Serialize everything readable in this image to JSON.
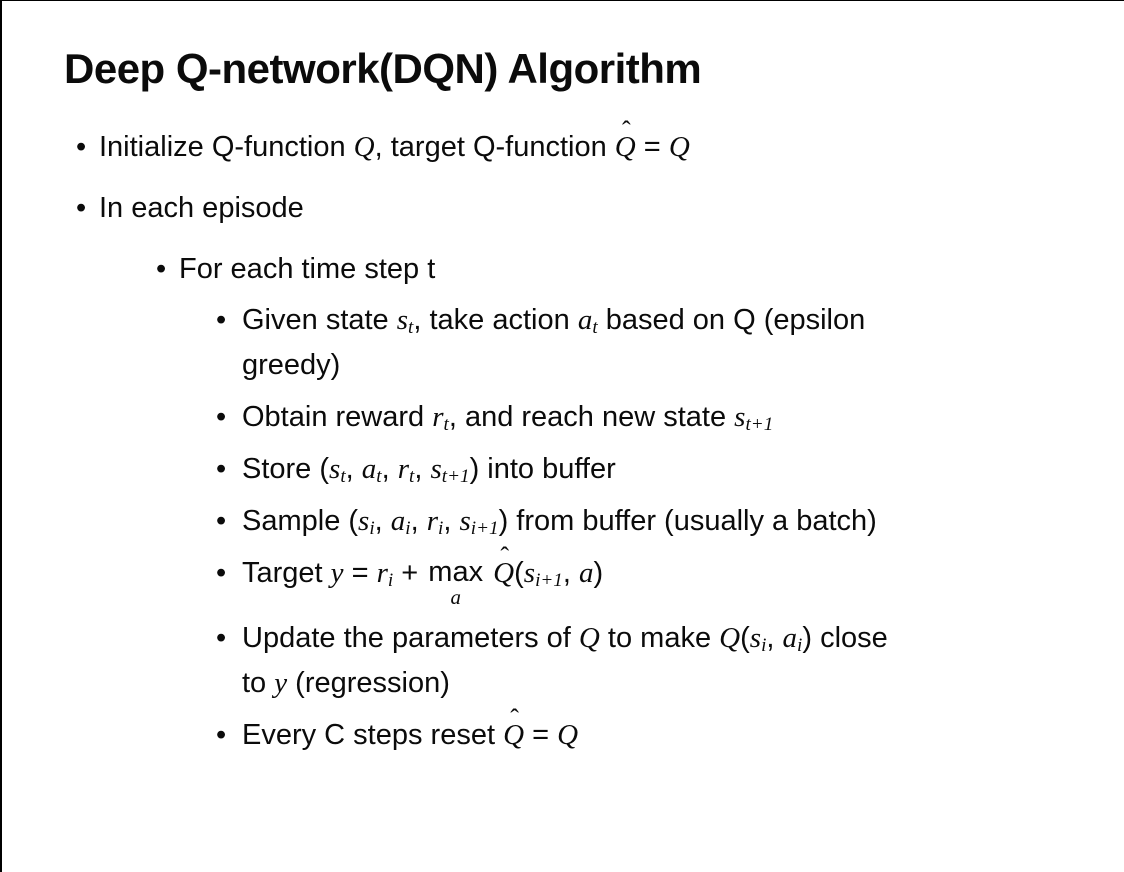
{
  "page": {
    "background": "#ffffff",
    "border_color": "#000000",
    "text_color": "#0b0b0b"
  },
  "slide": {
    "title": "Deep Q-network(DQN) Algorithm",
    "bullet_char": "•",
    "hat_char": "ˆ",
    "bullets": [
      {
        "level": 1,
        "segments": [
          {
            "t": "Initialize Q-function "
          },
          {
            "i": "Q"
          },
          {
            "t": ", target Q-function "
          },
          {
            "hat": "Q"
          },
          {
            "t": " = "
          },
          {
            "i": "Q"
          }
        ]
      },
      {
        "level": 1,
        "segments": [
          {
            "t": "In each episode"
          }
        ]
      },
      {
        "level": 2,
        "segments": [
          {
            "t": "For each time step t"
          }
        ]
      },
      {
        "level": 3,
        "segments": [
          {
            "t": "Given state "
          },
          {
            "i": "s"
          },
          {
            "sub": "t"
          },
          {
            "t": ", take action "
          },
          {
            "i": "a"
          },
          {
            "sub": "t"
          },
          {
            "t": " based on Q (epsilon"
          },
          {
            "br": true
          },
          {
            "t": "greedy)"
          }
        ]
      },
      {
        "level": 3,
        "segments": [
          {
            "t": "Obtain reward "
          },
          {
            "i": "r"
          },
          {
            "sub": "t"
          },
          {
            "t": ", and reach new state "
          },
          {
            "i": "s"
          },
          {
            "sub": "t+1"
          }
        ]
      },
      {
        "level": 3,
        "segments": [
          {
            "t": "Store ("
          },
          {
            "i": "s"
          },
          {
            "sub": "t"
          },
          {
            "t": ", "
          },
          {
            "i": "a"
          },
          {
            "sub": "t"
          },
          {
            "t": ", "
          },
          {
            "i": "r"
          },
          {
            "sub": "t"
          },
          {
            "t": ", "
          },
          {
            "i": "s"
          },
          {
            "sub": "t+1"
          },
          {
            "t": ") into buffer"
          }
        ]
      },
      {
        "level": 3,
        "segments": [
          {
            "t": "Sample ("
          },
          {
            "i": "s"
          },
          {
            "sub": "i"
          },
          {
            "t": ", "
          },
          {
            "i": "a"
          },
          {
            "sub": "i"
          },
          {
            "t": ", "
          },
          {
            "i": "r"
          },
          {
            "sub": "i"
          },
          {
            "t": ", "
          },
          {
            "i": "s"
          },
          {
            "sub": "i+1"
          },
          {
            "t": ") from buffer (usually a batch)"
          }
        ]
      },
      {
        "level": 3,
        "segments": [
          {
            "t": "Target "
          },
          {
            "i": "y"
          },
          {
            "t": " = "
          },
          {
            "i": "r"
          },
          {
            "sub": "i"
          },
          {
            "t": " + "
          },
          {
            "munder": {
              "base": "max",
              "under": "a"
            }
          },
          {
            "t": " "
          },
          {
            "hat": "Q"
          },
          {
            "t": "("
          },
          {
            "i": "s"
          },
          {
            "sub": "i+1"
          },
          {
            "t": ", "
          },
          {
            "i": "a"
          },
          {
            "t": ")"
          }
        ]
      },
      {
        "level": 3,
        "segments": [
          {
            "t": "Update the parameters of "
          },
          {
            "i": "Q"
          },
          {
            "t": " to make "
          },
          {
            "i": "Q"
          },
          {
            "t": "("
          },
          {
            "i": "s"
          },
          {
            "sub": "i"
          },
          {
            "t": ", "
          },
          {
            "i": "a"
          },
          {
            "sub": "i"
          },
          {
            "t": ") close"
          },
          {
            "br": true
          },
          {
            "t": "to "
          },
          {
            "i": "y"
          },
          {
            "t": " (regression)"
          }
        ]
      },
      {
        "level": 3,
        "segments": [
          {
            "t": "Every C steps reset "
          },
          {
            "hat": "Q"
          },
          {
            "t": " = "
          },
          {
            "i": "Q"
          }
        ]
      }
    ]
  }
}
